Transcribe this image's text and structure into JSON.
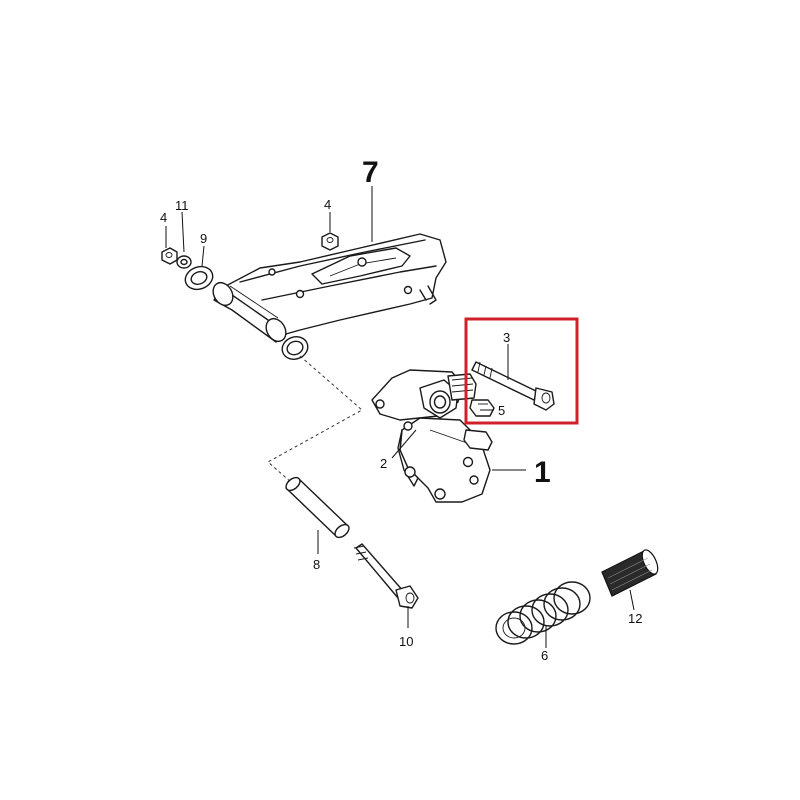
{
  "parts": {
    "p1": "1",
    "p2": "2",
    "p3": "3",
    "p4a": "4",
    "p4b": "4",
    "p5": "5",
    "p6": "6",
    "p7": "7",
    "p8": "8",
    "p9": "9",
    "p10": "10",
    "p11": "11",
    "p12": "12"
  },
  "highlight": {
    "color": "#d0202a",
    "target": "3"
  }
}
